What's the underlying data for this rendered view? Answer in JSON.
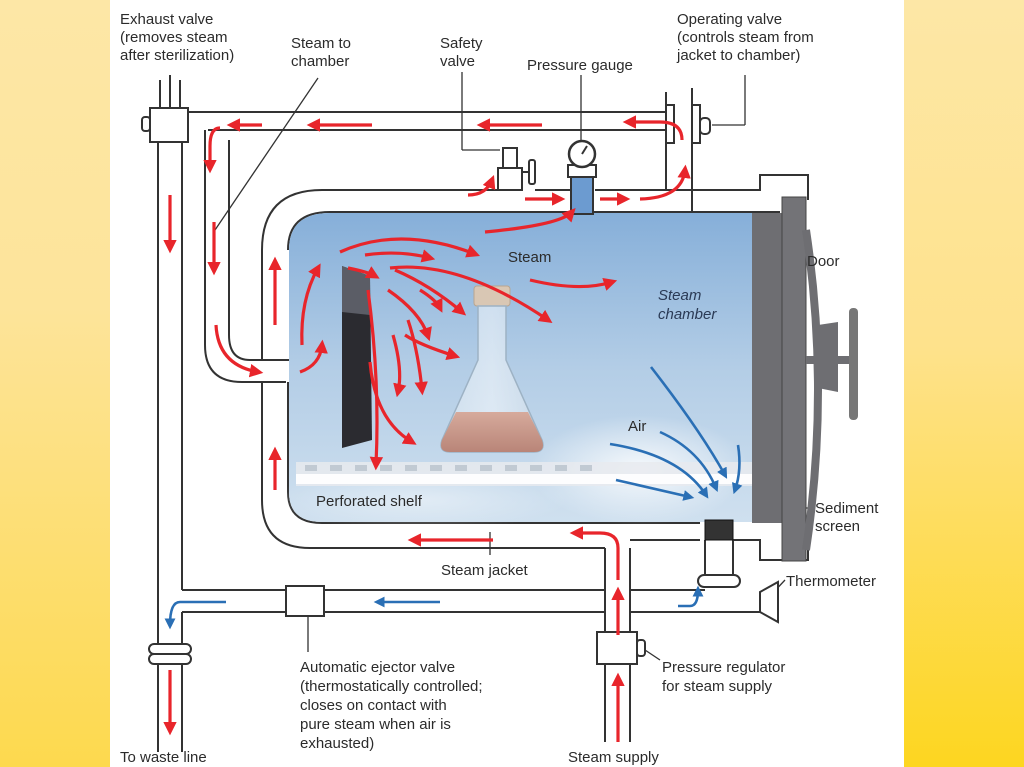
{
  "title": "Autoclave (steam sterilizer) schematic",
  "colors": {
    "steam_arrow": "#e8252b",
    "air_arrow": "#2a6fb5",
    "pipe_line": "#333333",
    "chamber_top": "#7fa9d6",
    "chamber_bottom": "#d4e3f1",
    "door": "#6d6d6d",
    "medium_liquid": "#c99a8e"
  },
  "labels": {
    "exhaust_valve": [
      "Exhaust valve",
      "(removes steam",
      "after sterilization)"
    ],
    "steam_to_chamber": [
      "Steam to",
      "chamber"
    ],
    "safety_valve": [
      "Safety",
      "valve"
    ],
    "pressure_gauge": "Pressure gauge",
    "operating_valve": [
      "Operating valve",
      "(controls steam from",
      "jacket to chamber)"
    ],
    "steam": "Steam",
    "steam_chamber": [
      "Steam",
      "chamber"
    ],
    "door": "Door",
    "air": "Air",
    "perforated_shelf": "Perforated shelf",
    "sediment_screen": [
      "Sediment",
      "screen"
    ],
    "steam_jacket": "Steam jacket",
    "thermometer": "Thermometer",
    "automatic_ejector_valve": [
      "Automatic ejector valve",
      "(thermostatically controlled;",
      "closes on contact with",
      "pure steam when air is",
      "exhausted)"
    ],
    "pressure_regulator": [
      "Pressure regulator",
      "for steam supply"
    ],
    "to_waste_line": "To waste line",
    "steam_supply": "Steam supply"
  }
}
